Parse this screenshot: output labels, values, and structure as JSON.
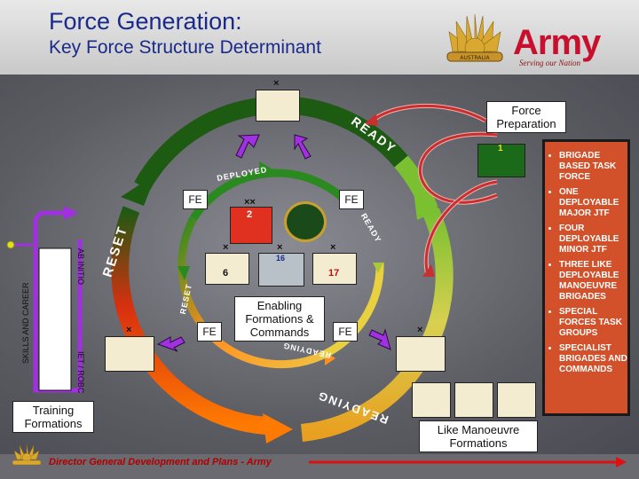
{
  "title": {
    "line1": "Force Generation:",
    "line2": "Key Force Structure Determinant"
  },
  "brand": {
    "name": "Army",
    "tagline": "Serving our Nation",
    "badge_text": "AUSTRALIA"
  },
  "cycle_labels": {
    "ready_outer": "READY",
    "reset_outer": "RESET",
    "readying_outer": "READYING",
    "deployed_inner": "DEPLOYED",
    "ready_inner": "READY",
    "reset_inner": "RESET",
    "readying_inner": "READYING"
  },
  "boxes": {
    "force_preparation": [
      "Force",
      "Preparation"
    ],
    "enabling": [
      "Enabling",
      "Formations &",
      "Commands"
    ],
    "training": [
      "Training",
      "Formations"
    ],
    "like_manoeuvre": [
      "Like Manoeuvre",
      "Formations"
    ]
  },
  "fe_label": "FE",
  "symbols": {
    "x": "×",
    "xx": "××",
    "jtf_number": "2",
    "div_number_left": "6",
    "div_number_mid": "16",
    "div_number_right": "17",
    "special_forces_number": "1"
  },
  "training_side": {
    "left": "SKILLS AND CAREER",
    "right_top": "AB INITIO",
    "right_bottom": "IET / ROBC"
  },
  "brigade_panel": [
    "BRIGADE BASED TASK FORCE",
    "ONE DEPLOYABLE MAJOR JTF",
    "FOUR DEPLOYABLE MINOR JTF",
    "THREE LIKE DEPLOYABLE MANOEUVRE BRIGADES",
    "SPECIAL FORCES TASK GROUPS",
    "SPECIALIST BRIGADES AND COMMANDS"
  ],
  "footer": "Director General Development and Plans  - Army",
  "colors": {
    "title": "#1a2a8a",
    "army_red": "#c8102e",
    "panel_orange": "#d2502a",
    "dark_green": "#1d5a12",
    "lime": "#9acd32",
    "orange": "#ff8c00",
    "red": "#e02010",
    "purple": "#8a2be2"
  }
}
